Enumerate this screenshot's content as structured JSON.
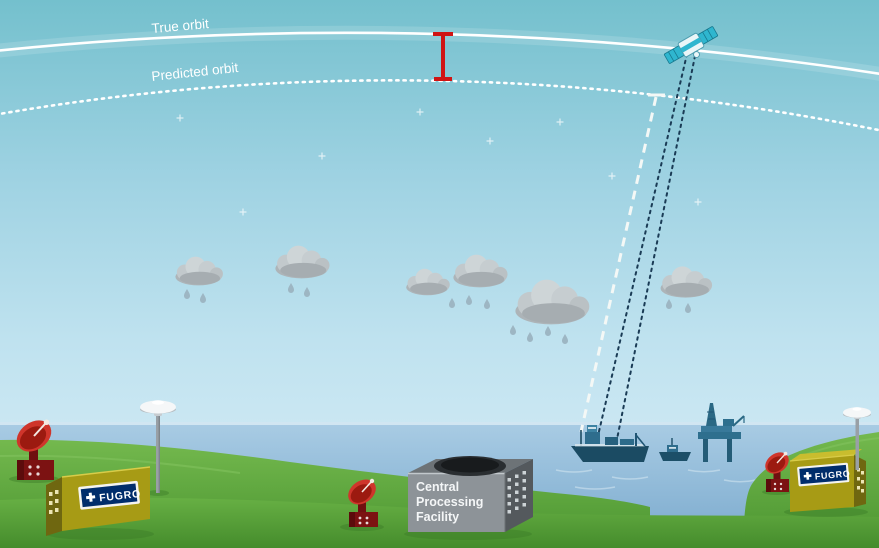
{
  "labels": {
    "true_orbit": "True orbit",
    "predicted_orbit": "Predicted orbit"
  },
  "cpf": {
    "line1": "Central",
    "line2": "Processing",
    "line3": "Facility"
  },
  "fugro": {
    "left_label": "FUGRO",
    "right_label": "FUGRO"
  },
  "colors": {
    "error_bar_red": "#d01414",
    "orbit_white": "#ffffff",
    "range_line_navy": "#1a3b55",
    "predicted_range_white": "#f4f8f6",
    "fugro_navy": "#002d6b",
    "building_yellow": "#a79b15",
    "dish_red": "#c6281c",
    "sky_top": "#74c0cd",
    "sky_horizon": "#daeef8",
    "ocean_blue": "#86b5d6",
    "grass_green": "#5fa83e"
  },
  "scene_objects": [
    "satellite-icon",
    "true-orbit-arc",
    "predicted-orbit-arc",
    "orbit-error-bar-icon",
    "rain-cloud-icon",
    "raindrop-icon",
    "sparkle-icon",
    "survey-ship-icon",
    "supply-boat-icon",
    "oil-platform-icon",
    "satellite-dish-icon",
    "gnss-antenna-icon",
    "fugro-building",
    "central-processing-facility-building",
    "true-range-line",
    "predicted-range-line"
  ]
}
